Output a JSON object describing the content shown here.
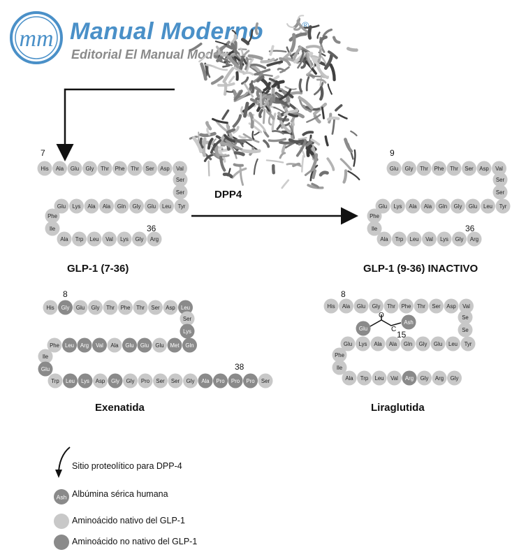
{
  "header": {
    "logo_mark": "mm",
    "logo_title": "Manual Moderno",
    "logo_registered": "®",
    "logo_subtitle": "Editorial El Manual Moderno"
  },
  "colors": {
    "native": "#c8c8c8",
    "non_native": "#8a8a8a",
    "brand": "#4a90c8",
    "protein": "#6a6a6a"
  },
  "enzyme": {
    "label": "DPP4"
  },
  "molecules": [
    {
      "id": "glp1-7-36",
      "label": "GLP-1 (7-36)",
      "start_number": "7",
      "end_number": "36",
      "rows": [
        [
          "His",
          "Ala",
          "Glu",
          "Gly",
          "Thr",
          "Phe",
          "Thr",
          "Ser",
          "Asp",
          "Val"
        ],
        [
          "Ser",
          "Ser"
        ],
        [
          "Glu",
          "Lys",
          "Ala",
          "Ala",
          "Gln",
          "Gly",
          "Glu",
          "Leu",
          "Tyr"
        ],
        [
          "Phe",
          "Ile"
        ],
        [
          "Ala",
          "Trp",
          "Leu",
          "Val",
          "Lys",
          "Gly",
          "Arg"
        ]
      ],
      "non_native": []
    },
    {
      "id": "glp1-9-36",
      "label": "GLP-1 (9-36) INACTIVO",
      "start_number": "9",
      "end_number": "36",
      "rows": [
        [
          "Glu",
          "Gly",
          "Thr",
          "Phe",
          "Thr",
          "Ser",
          "Asp",
          "Val"
        ],
        [
          "Ser",
          "Ser"
        ],
        [
          "Glu",
          "Lys",
          "Ala",
          "Ala",
          "Gln",
          "Gly",
          "Glu",
          "Leu",
          "Tyr"
        ],
        [
          "Phe",
          "Ile"
        ],
        [
          "Ala",
          "Trp",
          "Leu",
          "Val",
          "Lys",
          "Gly",
          "Arg"
        ]
      ],
      "non_native": []
    },
    {
      "id": "exenatida",
      "label": "Exenatida",
      "start_number": "8",
      "end_number": "38",
      "rows": [
        [
          "His",
          "Gly",
          "Glu",
          "Gly",
          "Thr",
          "Phe",
          "Thr",
          "Ser",
          "Asp",
          "Leu"
        ],
        [
          "Ser",
          "Lys"
        ],
        [
          "Phe",
          "Leu",
          "Arg",
          "Val",
          "Ala",
          "Glu",
          "Glu",
          "Glu",
          "Met",
          "Gln"
        ],
        [
          "Ile",
          "Glu"
        ],
        [
          "Trp",
          "Leu",
          "Lys",
          "Asp",
          "Gly",
          "Gly",
          "Pro",
          "Ser",
          "Ser",
          "Gly",
          "Ala",
          "Pro",
          "Pro",
          "Pro",
          "Ser"
        ]
      ],
      "non_native": [
        [
          0,
          1
        ],
        [
          0,
          9
        ],
        [
          1,
          1
        ],
        [
          2,
          1
        ],
        [
          2,
          2
        ],
        [
          2,
          3
        ],
        [
          2,
          5
        ],
        [
          2,
          6
        ],
        [
          2,
          8
        ],
        [
          2,
          9
        ],
        [
          3,
          1
        ],
        [
          4,
          1
        ],
        [
          4,
          2
        ],
        [
          4,
          4
        ],
        [
          4,
          10
        ],
        [
          4,
          11
        ],
        [
          4,
          12
        ],
        [
          4,
          13
        ]
      ]
    },
    {
      "id": "liraglutida",
      "label": "Liraglutida",
      "start_number": "8",
      "end_number": "",
      "rows": [
        [
          "His",
          "Ala",
          "Glu",
          "Gly",
          "Thr",
          "Phe",
          "Thr",
          "Ser",
          "Asp",
          "Val"
        ],
        [
          "Se",
          "Se"
        ],
        [
          "Glu",
          "Lys",
          "Ala",
          "Ala",
          "Gln",
          "Gly",
          "Glu",
          "Leu",
          "Tyr"
        ],
        [
          "Phe",
          "Ile"
        ],
        [
          "Ala",
          "Trp",
          "Leu",
          "Val",
          "Arg",
          "Gly",
          "Arg",
          "Gly"
        ]
      ],
      "non_native": [
        [
          4,
          4
        ]
      ],
      "side_chain": {
        "glu": "Glu",
        "albumin": "Ash",
        "oxygen": "O",
        "carbons": "15",
        "subscript": "C"
      }
    }
  ],
  "legend": [
    {
      "symbol": "arrow",
      "text": "Sitio proteolítico para DPP-4"
    },
    {
      "symbol": "Ash",
      "text": "Albúmina sérica humana"
    },
    {
      "symbol": "native",
      "text": "Aminoácido nativo del GLP-1"
    },
    {
      "symbol": "non-native",
      "text": "Aminoácido no nativo del GLP-1"
    }
  ]
}
